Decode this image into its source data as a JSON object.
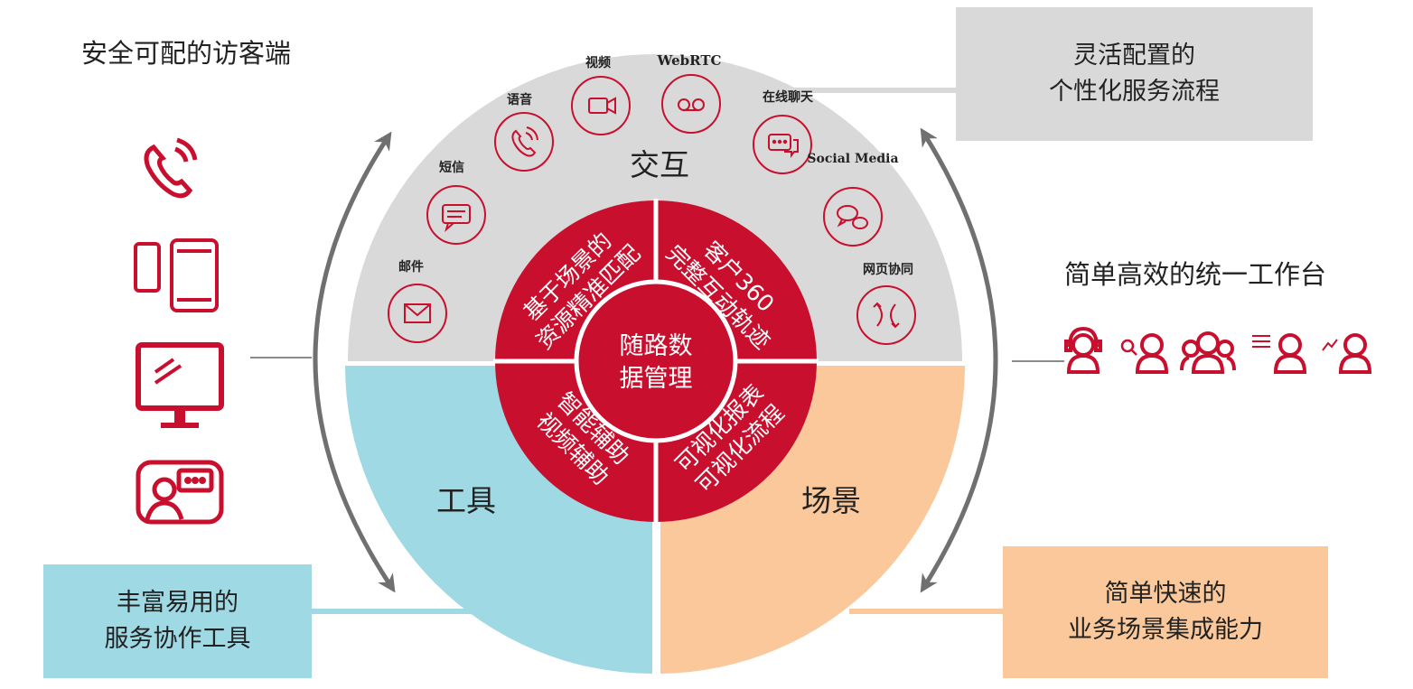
{
  "colors": {
    "red": "#c8102e",
    "gray_quadrant": "#d9d9d9",
    "blue_quadrant": "#9fd9e4",
    "orange_quadrant": "#fac89a",
    "gray_box": "#d9d9d9",
    "blue_box": "#9fd9e4",
    "orange_box": "#fac89a",
    "arrow_gray": "#707070"
  },
  "left": {
    "title": "安全可配的访客端",
    "icons": [
      "phone-icon",
      "mobile-tablet-icon",
      "desktop-monitor-icon",
      "video-chat-icon"
    ]
  },
  "right": {
    "title": "简单高效的统一工作台",
    "icons": [
      "agent-headset-icon",
      "agent-search-icon",
      "agent-team-icon",
      "agent-list-icon",
      "agent-chart-icon"
    ]
  },
  "boxes": {
    "top_right": {
      "line1": "灵活配置的",
      "line2": "个性化服务流程"
    },
    "bottom_left": {
      "line1": "丰富易用的",
      "line2": "服务协作工具"
    },
    "bottom_right": {
      "line1": "简单快速的",
      "line2": "业务场景集成能力"
    }
  },
  "circle": {
    "top_label": "交互",
    "left_label": "工具",
    "right_label": "场景",
    "center_line1": "随路数",
    "center_line2": "据管理",
    "inner": [
      {
        "line1": "基于场景的",
        "line2": "资源精准匹配"
      },
      {
        "line1": "客户360",
        "line2": "完整互动轨迹"
      },
      {
        "line1": "智能辅助",
        "line2": "视频辅助"
      },
      {
        "line1": "可视化报表",
        "line2": "可视化流程"
      }
    ],
    "channels": [
      {
        "label": "邮件",
        "icon": "envelope-icon"
      },
      {
        "label": "短信",
        "icon": "sms-icon"
      },
      {
        "label": "语音",
        "icon": "voice-call-icon"
      },
      {
        "label": "视频",
        "icon": "video-camera-icon"
      },
      {
        "label": "WebRTC",
        "icon": "voicemail-icon"
      },
      {
        "label": "在线聊天",
        "icon": "chat-icon"
      },
      {
        "label": "Social Media",
        "icon": "social-bubbles-icon"
      },
      {
        "label": "网页协同",
        "icon": "cobrowse-icon"
      }
    ]
  }
}
